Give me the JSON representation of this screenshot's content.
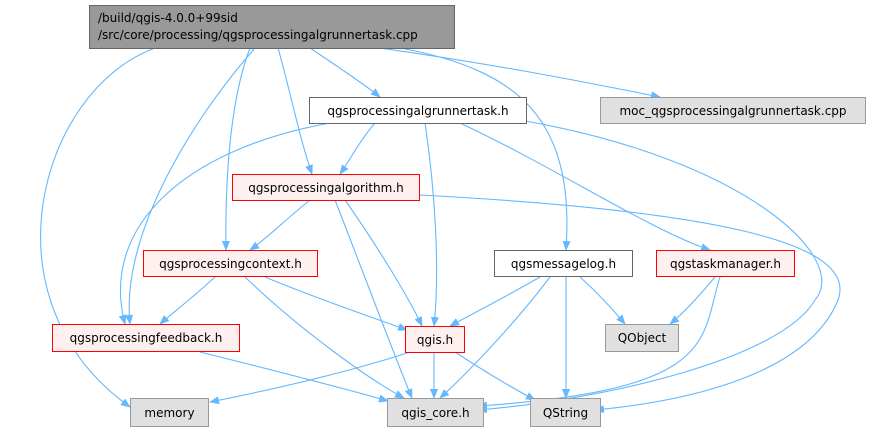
{
  "diagram": {
    "title_lines": [
      "/build/qgis-4.0.0+99sid",
      "/src/core/processing/qgsprocessingalgrunnertask.cpp"
    ],
    "edge_color": "#63b8ff",
    "nodes": {
      "runnertask_h": "qgsprocessingalgrunnertask.h",
      "moc": "moc_qgsprocessingalgrunnertask.cpp",
      "algorithm_h": "qgsprocessingalgorithm.h",
      "context_h": "qgsprocessingcontext.h",
      "messagelog_h": "qgsmessagelog.h",
      "taskmanager_h": "qgstaskmanager.h",
      "feedback_h": "qgsprocessingfeedback.h",
      "qgis_h": "qgis.h",
      "qobject": "QObject",
      "memory": "memory",
      "qgis_core_h": "qgis_core.h",
      "qstring": "QString"
    }
  }
}
